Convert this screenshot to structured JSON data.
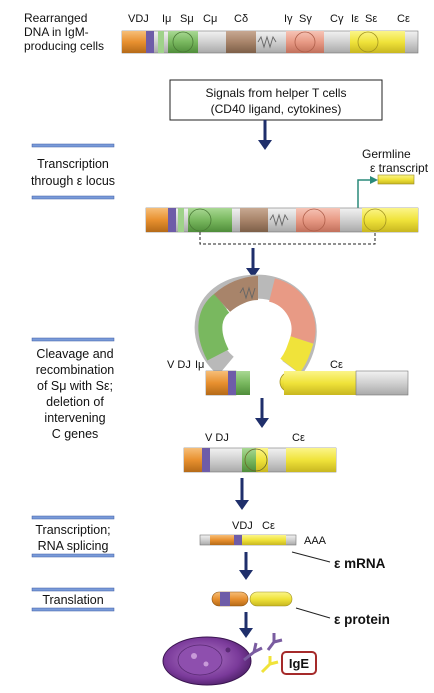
{
  "colors": {
    "vdj_orange": "#e8902f",
    "vdj_purple": "#6e5ca8",
    "mu_green": "#79b85f",
    "delta_brown": "#a8846a",
    "gamma_salmon": "#e89a85",
    "epsilon_yellow": "#f0e33a",
    "backbone_grey": "#d2d2d2",
    "arrow_navy": "#1f2f6b",
    "ige_red": "#a52a2a",
    "cell_purple": "#7a3a9a"
  },
  "rearranged_label": [
    "Rearranged",
    "DNA in IgM-",
    "producing cells"
  ],
  "segments_top": [
    "VDJ",
    "Iμ",
    "Sμ",
    "Cμ",
    "Cδ",
    "Iγ",
    "Sγ",
    "Cγ",
    "Iε",
    "Sε",
    "Cε"
  ],
  "signals_box": [
    "Signals from helper T cells",
    "(CD40 ligand, cytokines)"
  ],
  "germline": [
    "Germline",
    "ε transcript"
  ],
  "steps": {
    "transcription_locus": [
      "Transcription",
      "through ε locus"
    ],
    "cleavage": [
      "Cleavage and",
      "recombination",
      "of Sμ with Sε;",
      "deletion of",
      "intervening",
      "C genes"
    ],
    "transcription_splicing": [
      "Transcription;",
      "RNA splicing"
    ],
    "translation": "Translation"
  },
  "loop_labels": {
    "imu": "Iμ",
    "vdj": "V DJ",
    "ceps": "Cε"
  },
  "recombined_labels": {
    "vdj": "V DJ",
    "ceps": "Cε"
  },
  "mrna_labels": {
    "vdj": "VDJ",
    "ceps": "Cε",
    "polya": "AAA",
    "product": "ε mRNA"
  },
  "protein_label": "ε protein",
  "ige_label": "IgE"
}
